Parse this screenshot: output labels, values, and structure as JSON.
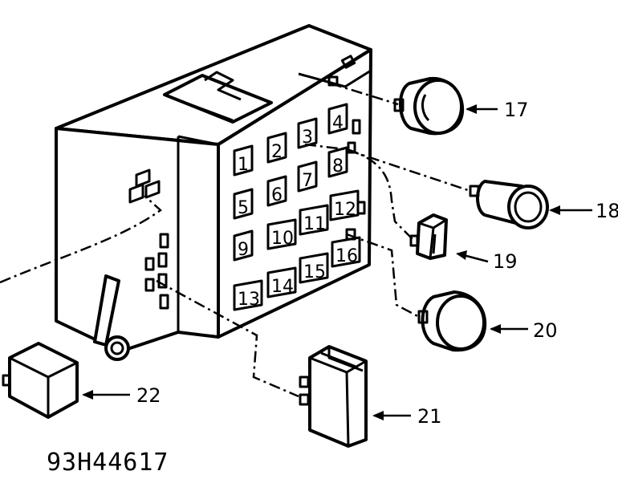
{
  "diagram": {
    "part_number": "93H44617",
    "slots": [
      {
        "id": "1",
        "label": "1"
      },
      {
        "id": "2",
        "label": "2"
      },
      {
        "id": "3",
        "label": "3"
      },
      {
        "id": "4",
        "label": "4"
      },
      {
        "id": "5",
        "label": "5"
      },
      {
        "id": "6",
        "label": "6"
      },
      {
        "id": "7",
        "label": "7"
      },
      {
        "id": "8",
        "label": "8"
      },
      {
        "id": "9",
        "label": "9"
      },
      {
        "id": "10",
        "label": "10"
      },
      {
        "id": "11",
        "label": "11"
      },
      {
        "id": "12",
        "label": "12"
      },
      {
        "id": "13",
        "label": "13"
      },
      {
        "id": "14",
        "label": "14"
      },
      {
        "id": "15",
        "label": "15"
      },
      {
        "id": "16",
        "label": "16"
      }
    ],
    "callouts": [
      {
        "id": "17",
        "label": "17"
      },
      {
        "id": "18",
        "label": "18"
      },
      {
        "id": "19",
        "label": "19"
      },
      {
        "id": "20",
        "label": "20"
      },
      {
        "id": "21",
        "label": "21"
      },
      {
        "id": "22",
        "label": "22"
      }
    ]
  }
}
